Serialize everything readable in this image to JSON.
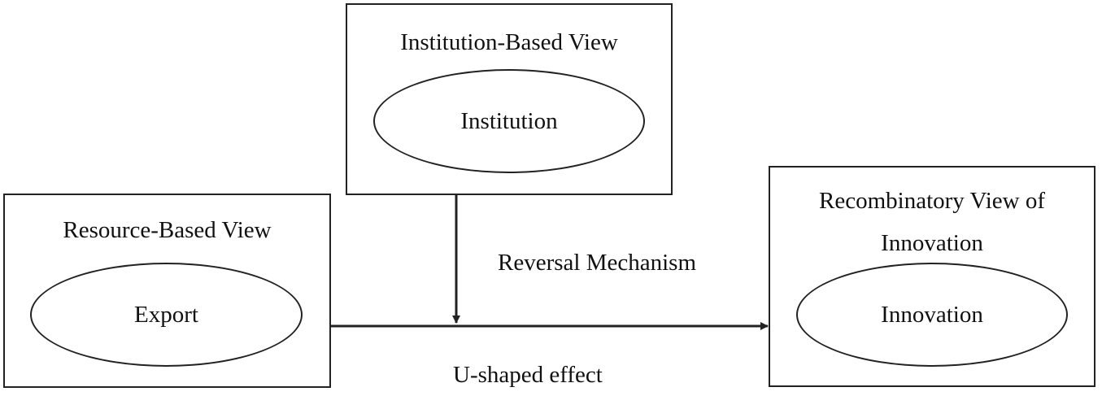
{
  "nodes": {
    "institution_view": {
      "title": "Institution-Based View",
      "construct": "Institution"
    },
    "resource_view": {
      "title": "Resource-Based View",
      "construct": "Export"
    },
    "recombinatory_view": {
      "title_line1": "Recombinatory View of",
      "title_line2": "Innovation",
      "construct": "Innovation"
    }
  },
  "edges": {
    "moderation_label": "Reversal Mechanism",
    "main_effect_label": "U-shaped effect"
  },
  "colors": {
    "line": "#222222",
    "text": "#111111",
    "background": "#ffffff"
  }
}
